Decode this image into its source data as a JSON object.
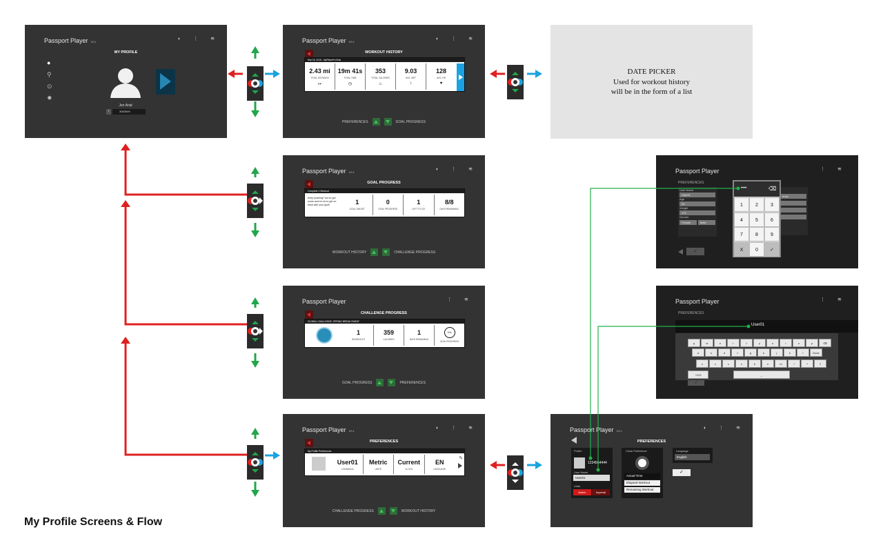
{
  "caption": "My Profile Screens & Flow",
  "app": {
    "title": "Passport Player",
    "version": "V0.1"
  },
  "colors": {
    "back_arrow": "#e02020",
    "forward_arrow": "#1aa3e0",
    "vertical_arrow": "#21a64a",
    "connector": "#22b04a"
  },
  "my_profile": {
    "heading": "MY PROFILE",
    "user_name": "Jen Arial",
    "user_id": "3053009",
    "sidebar_icons": [
      "user-icon",
      "location-icon",
      "play-icon",
      "gear-icon"
    ]
  },
  "workout_history": {
    "heading": "WORKOUT HISTORY",
    "card_header": "Mar 15, 2015 - MyPlaneProTrak",
    "stats": [
      {
        "value": "2.43 mi",
        "label": "TOTAL DISTANCE",
        "icon": "↦"
      },
      {
        "value": "19m 41s",
        "label": "TOTAL TIME",
        "icon": "◷"
      },
      {
        "value": "353",
        "label": "TOTAL CALORIES",
        "icon": "♨"
      },
      {
        "value": "9.03",
        "label": "AVG. MET",
        "icon": "↕"
      },
      {
        "value": "128",
        "label": "AVG. HR",
        "icon": "♥"
      }
    ],
    "nav_left": "PREFERENCES",
    "nav_right": "GOAL PROGRESS"
  },
  "date_picker": {
    "line1": "DATE PICKER",
    "line2": "Used for workout history",
    "line3": "will be in the form of a list"
  },
  "goal_progress": {
    "heading": "GOAL PROGRESS",
    "card_header": "Complete 1 Workout",
    "message": "Keep pushing! You've got some work to do to get on track with your goal!",
    "stats": [
      {
        "value": "1",
        "label": "GOAL TARGET"
      },
      {
        "value": "0",
        "label": "GOAL PROGRESS"
      },
      {
        "value": "1",
        "label": "LEFT TO GO"
      },
      {
        "value": "8/8",
        "label": "DAYS REMAINING"
      }
    ],
    "nav_left": "WORKOUT HISTORY",
    "nav_right": "CHALLENGE PROGRESS"
  },
  "challenge_progress": {
    "heading": "CHALLENGE PROGRESS",
    "card_header": "GLOBAL CHALLENGE: SPRING BREAK SWEAT",
    "stats": [
      {
        "value": "1",
        "label": "WORKOUTS"
      },
      {
        "value": "359",
        "label": "CALORIES"
      },
      {
        "value": "1",
        "label": "DAYS REMAINING"
      },
      {
        "value": "0%",
        "label": "GOAL PROGRESS"
      }
    ],
    "nav_left": "GOAL PROGRESS",
    "nav_right": "PREFERENCES"
  },
  "preferences": {
    "heading": "PREFERENCES",
    "card_header": "My Profile Preferences",
    "stats": [
      {
        "value": "User01",
        "label": "1234564444"
      },
      {
        "value": "Metric",
        "label": "UNITS"
      },
      {
        "value": "Current",
        "label": "CLOCK"
      },
      {
        "value": "EN",
        "label": "LANGUAGE"
      }
    ],
    "nav_left": "CHALLENGE PROGRESS",
    "nav_right": "WORKOUT HISTORY"
  },
  "pref_edit": {
    "heading": "PREFERENCES",
    "profile_label": "Profile",
    "pin": "1234564444",
    "user_name_label": "User Name",
    "user_name": "User01",
    "units_label": "Units",
    "unit_metric": "Metric",
    "unit_imperial": "Imperial",
    "clock_label": "Clock Preference",
    "clock_options": [
      "Actual Time",
      "Elapsed Workout",
      "Remaining Workout"
    ],
    "language_label": "Language",
    "language": "English",
    "confirm": "✓"
  },
  "keypad_screen": {
    "heading": "PREFERENCES",
    "display": "••••",
    "fields": [
      {
        "label": "User Name",
        "value": "User01"
      },
      {
        "label": "Age",
        "value": "30"
      },
      {
        "label": "Weight",
        "value": "172"
      },
      {
        "label": "Gender",
        "value": "Female"
      }
    ],
    "gender_alt": "Male",
    "side_fragments": [
      "ends",
      "",
      "",
      ""
    ],
    "keys": [
      "1",
      "2",
      "3",
      "4",
      "5",
      "6",
      "7",
      "8",
      "9",
      "X",
      "0",
      "✓"
    ]
  },
  "keyboard_screen": {
    "heading": "PREFERENCES",
    "input_value": "User01",
    "row1": [
      "q",
      "w",
      "e",
      "r",
      "t",
      "y",
      "u",
      "i",
      "o",
      "p",
      "⌫"
    ],
    "row2": [
      "a",
      "s",
      "d",
      "f",
      "g",
      "h",
      "j",
      "k",
      "l",
      "Done"
    ],
    "row3": [
      "z",
      "x",
      "c",
      "v",
      "b",
      "n",
      "m",
      "!",
      "?",
      "⇧"
    ],
    "row4": [
      "?123",
      "_"
    ]
  }
}
